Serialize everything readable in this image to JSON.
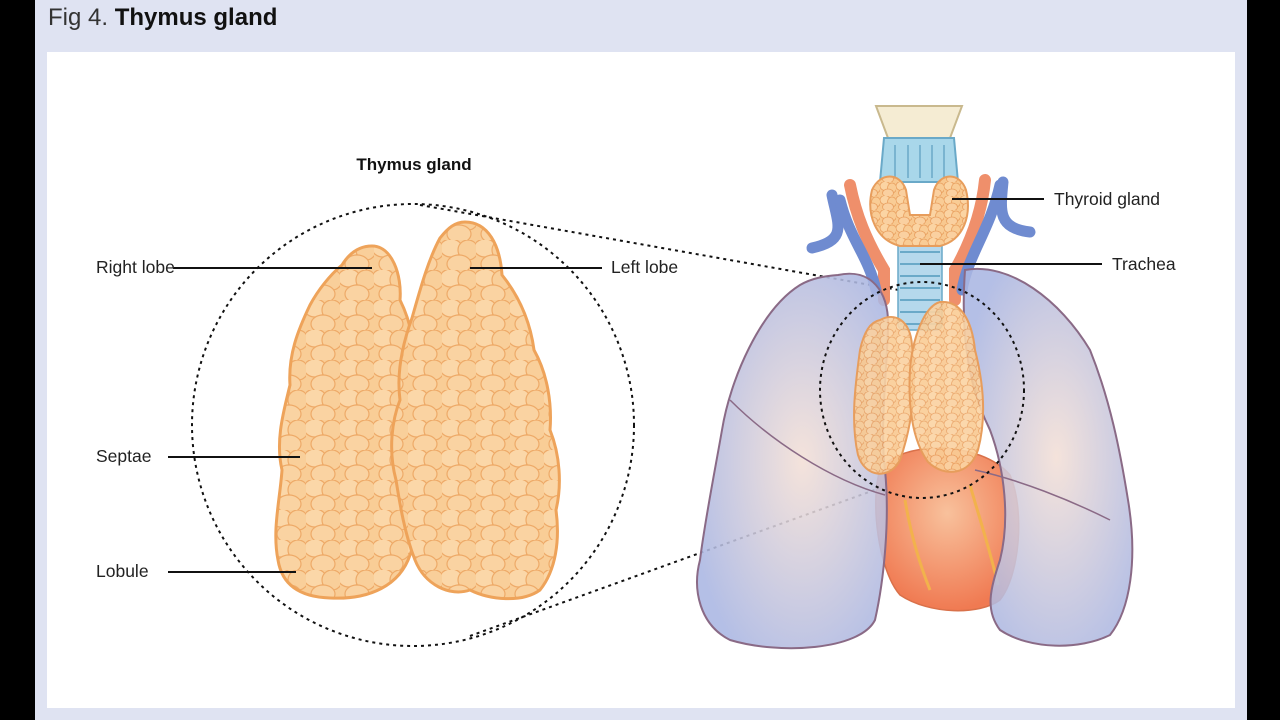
{
  "figure": {
    "number": "Fig 4.",
    "title": "Thymus gland"
  },
  "detail_view": {
    "title": "Thymus gland",
    "labels": {
      "right_lobe": "Right lobe",
      "left_lobe": "Left lobe",
      "septae": "Septae",
      "lobule": "Lobule"
    }
  },
  "context_view": {
    "labels": {
      "thyroid_gland": "Thyroid gland",
      "trachea": "Trachea"
    }
  },
  "colors": {
    "frame_bg": "#dfe3f2",
    "thymus_fill": "#f9c98f",
    "thymus_stroke": "#eea35a",
    "lung_fill": "#b9c3e6",
    "lung_stroke": "#8a6a86",
    "artery": "#ef8f6b",
    "vein": "#6f8bd0",
    "heart": "#f4906a"
  }
}
